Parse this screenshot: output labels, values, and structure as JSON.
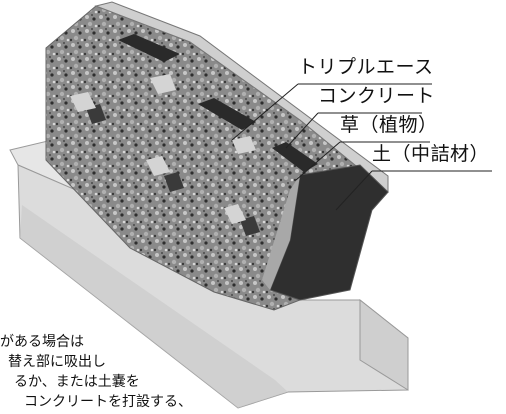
{
  "labels": {
    "triple_ace": "トリプルエース",
    "concrete": "コンクリート",
    "grass": "草（植物）",
    "soil": "土（中詰材）"
  },
  "note": {
    "line1": "がある場合は",
    "line2": "替え部に吸出し",
    "line3": "るか、または土嚢を",
    "line4": "コンクリートを打設する、"
  }
}
